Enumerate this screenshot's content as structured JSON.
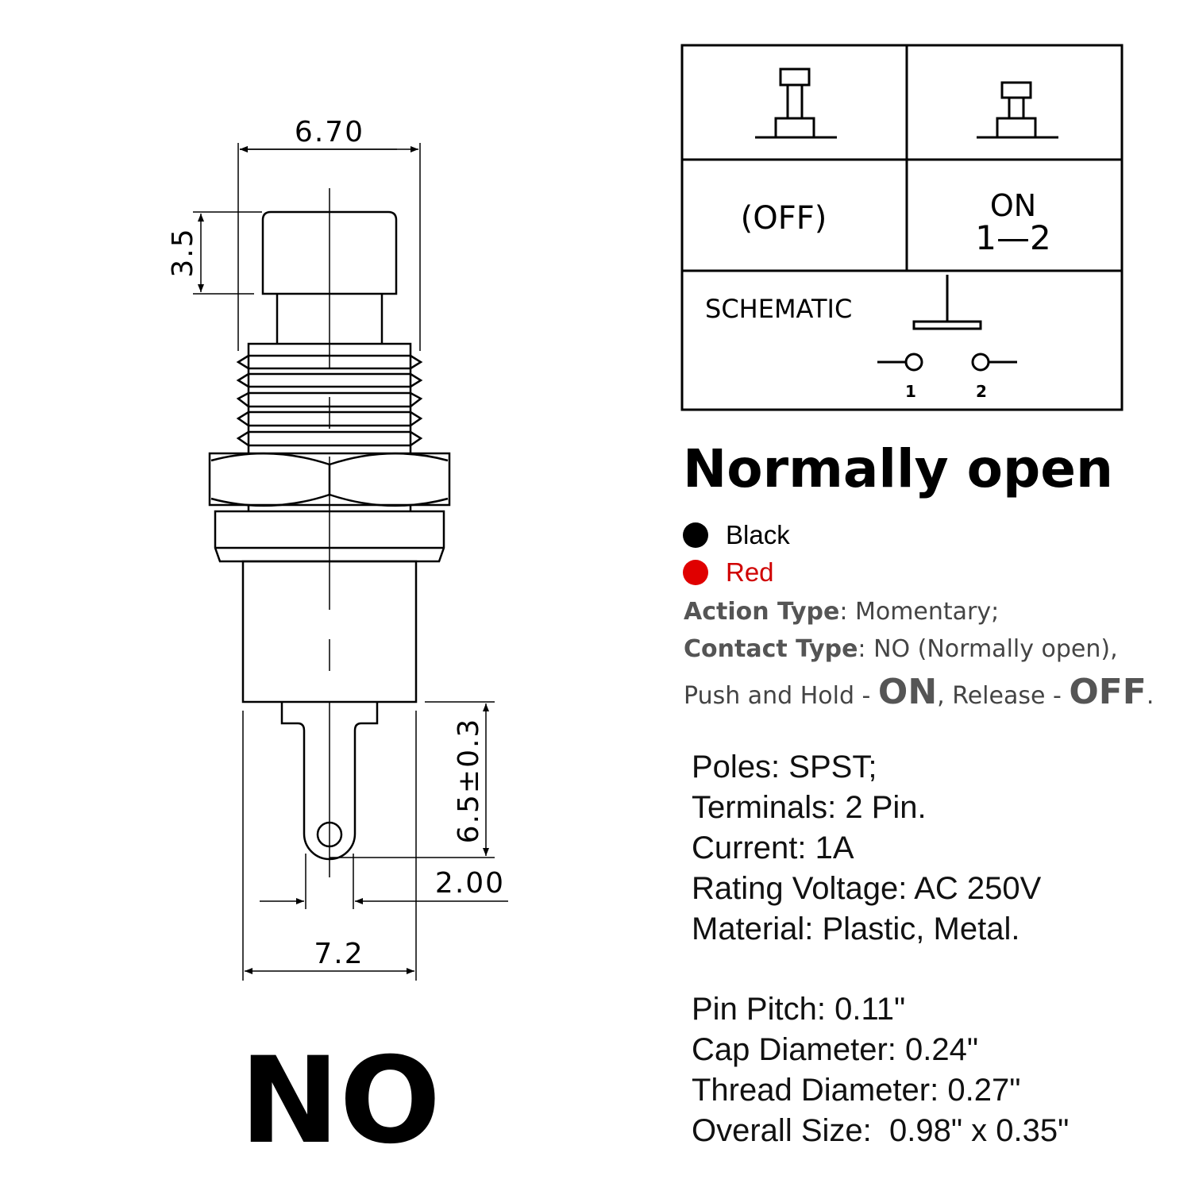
{
  "drawing": {
    "dim_cap_width": "6.70",
    "dim_cap_height": "3.5",
    "dim_terminal_length": "6.5±0.3",
    "dim_terminal_width": "2.00",
    "dim_body_width": "7.2",
    "label": "NO"
  },
  "state_table": {
    "off_label": "(OFF)",
    "on_label": "ON",
    "on_contacts": "1—2",
    "schematic_label": "SCHEMATIC",
    "pin1": "1",
    "pin2": "2"
  },
  "title": "Normally open",
  "colors": [
    {
      "name": "Black",
      "hex": "#000000"
    },
    {
      "name": "Red",
      "hex": "#e00000"
    }
  ],
  "features": {
    "action_label": "Action Type",
    "action_value": ": Momentary;",
    "contact_label": "Contact Type",
    "contact_value": ": NO (Normally open),",
    "push_text": "Push and Hold - ",
    "on": "ON",
    "release_text": ", Release - ",
    "off": "OFF",
    "end": "."
  },
  "specs": [
    "Poles: SPST;",
    "Terminals: 2 Pin.",
    "Current: 1A",
    "Rating Voltage: AC 250V",
    "Material: Plastic, Metal."
  ],
  "sizes": [
    "Pin Pitch: 0.11\"",
    "Cap Diameter: 0.24\"",
    "Thread Diameter: 0.27\"",
    "Overall Size:  0.98\" x 0.35\""
  ]
}
